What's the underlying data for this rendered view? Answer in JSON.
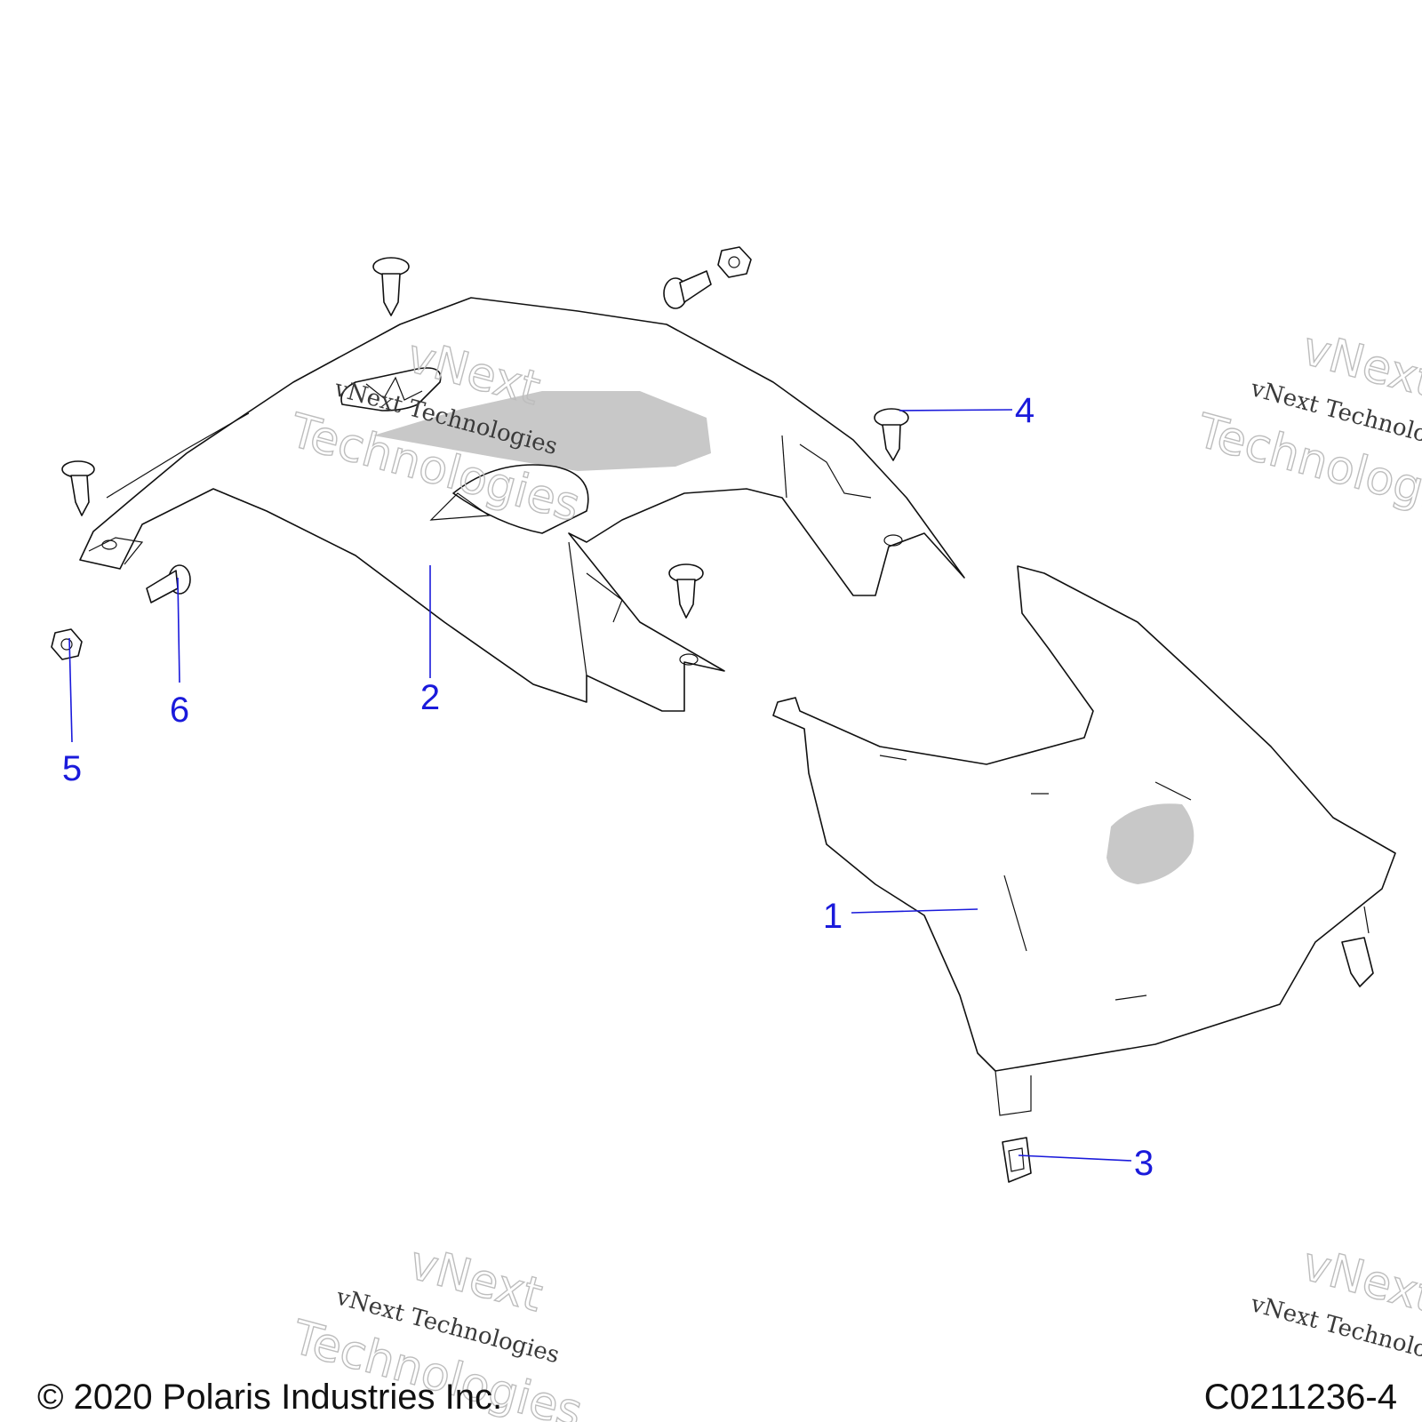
{
  "callouts": [
    {
      "id": "1",
      "label": "1"
    },
    {
      "id": "2",
      "label": "2"
    },
    {
      "id": "3",
      "label": "3"
    },
    {
      "id": "4",
      "label": "4"
    },
    {
      "id": "5",
      "label": "5"
    },
    {
      "id": "6",
      "label": "6"
    }
  ],
  "watermark": {
    "line": "vNext Technologies",
    "word1": "vNext",
    "word2": "Technologies"
  },
  "footer": {
    "copyright": "© 2020 Polaris Industries Inc.",
    "figure_id": "C0211236-4"
  },
  "colors": {
    "callout": "#1a1adb",
    "line": "#111111",
    "shade": "#c8c8c8"
  }
}
